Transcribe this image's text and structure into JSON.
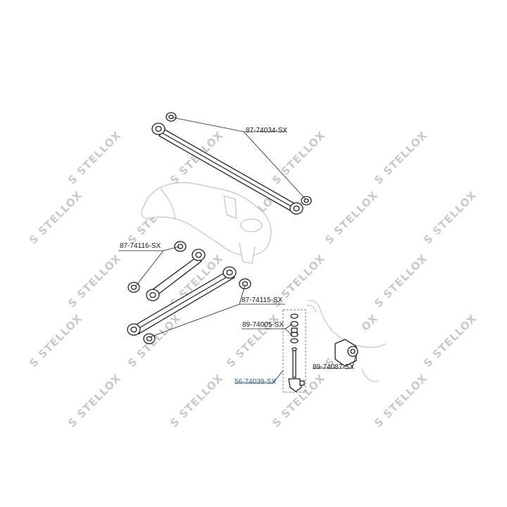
{
  "watermark": {
    "text": "STELLOX",
    "logo_text": "S",
    "color": "#c9c9c9"
  },
  "parts": [
    {
      "id": "upper-link",
      "label": "87-74034-SX",
      "highlight": false
    },
    {
      "id": "lower-link-bushings",
      "label": "87-74116-SX",
      "highlight": false
    },
    {
      "id": "lower-arm-bushings",
      "label": "87-74115-SX",
      "highlight": false
    },
    {
      "id": "link-washer-kit",
      "label": "89-74005-SX",
      "highlight": false
    },
    {
      "id": "stabilizer-link",
      "label": "56-74039-SX",
      "highlight": true
    },
    {
      "id": "stabilizer-bushing",
      "label": "89-74087-SX",
      "highlight": false
    }
  ],
  "colors": {
    "ink": "#222222",
    "ghost": "#c4c4c4",
    "highlight": "#1f5fa8"
  }
}
